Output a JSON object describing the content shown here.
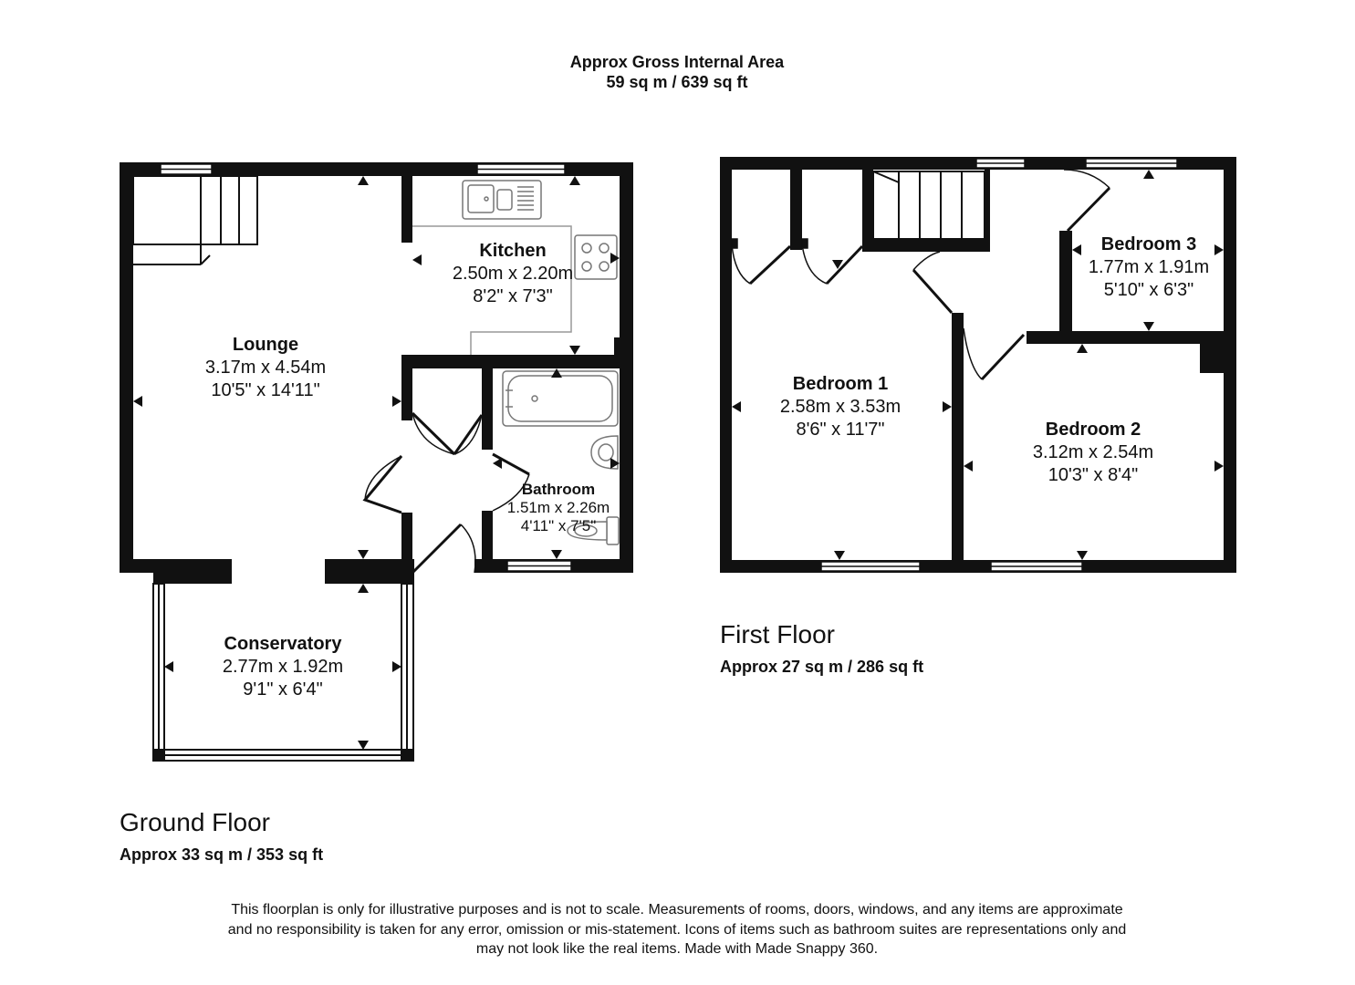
{
  "header": {
    "title": "Approx Gross Internal Area",
    "total_area": "59 sq m / 639 sq ft"
  },
  "ground_floor": {
    "label": "Ground Floor",
    "area": "Approx 33 sq m / 353 sq ft",
    "rooms": {
      "lounge": {
        "name": "Lounge",
        "metric": "3.17m x 4.54m",
        "imperial": "10'5\" x 14'11\""
      },
      "kitchen": {
        "name": "Kitchen",
        "metric": "2.50m x 2.20m",
        "imperial": "8'2\" x 7'3\""
      },
      "bathroom": {
        "name": "Bathroom",
        "metric": "1.51m x 2.26m",
        "imperial": "4'11\" x 7'5\""
      },
      "conservatory": {
        "name": "Conservatory",
        "metric": "2.77m x 1.92m",
        "imperial": "9'1\" x 6'4\""
      }
    }
  },
  "first_floor": {
    "label": "First Floor",
    "area": "Approx 27 sq m / 286 sq ft",
    "rooms": {
      "bedroom1": {
        "name": "Bedroom 1",
        "metric": "2.58m x 3.53m",
        "imperial": "8'6\" x 11'7\""
      },
      "bedroom2": {
        "name": "Bedroom 2",
        "metric": "3.12m x 2.54m",
        "imperial": "10'3\" x 8'4\""
      },
      "bedroom3": {
        "name": "Bedroom 3",
        "metric": "1.77m x 1.91m",
        "imperial": "5'10\" x 6'3\""
      }
    }
  },
  "disclaimer": {
    "line1": "This floorplan is only for illustrative purposes and is not to scale. Measurements of rooms, doors, windows, and any items are approximate",
    "line2": "and no responsibility is taken for any error, omission or mis-statement. Icons of items such as bathroom suites are representations only and",
    "line3": "may not look like the real items. Made with Made Snappy 360."
  },
  "colors": {
    "wall": "#111111",
    "fixture": "#999999",
    "background": "#ffffff"
  }
}
